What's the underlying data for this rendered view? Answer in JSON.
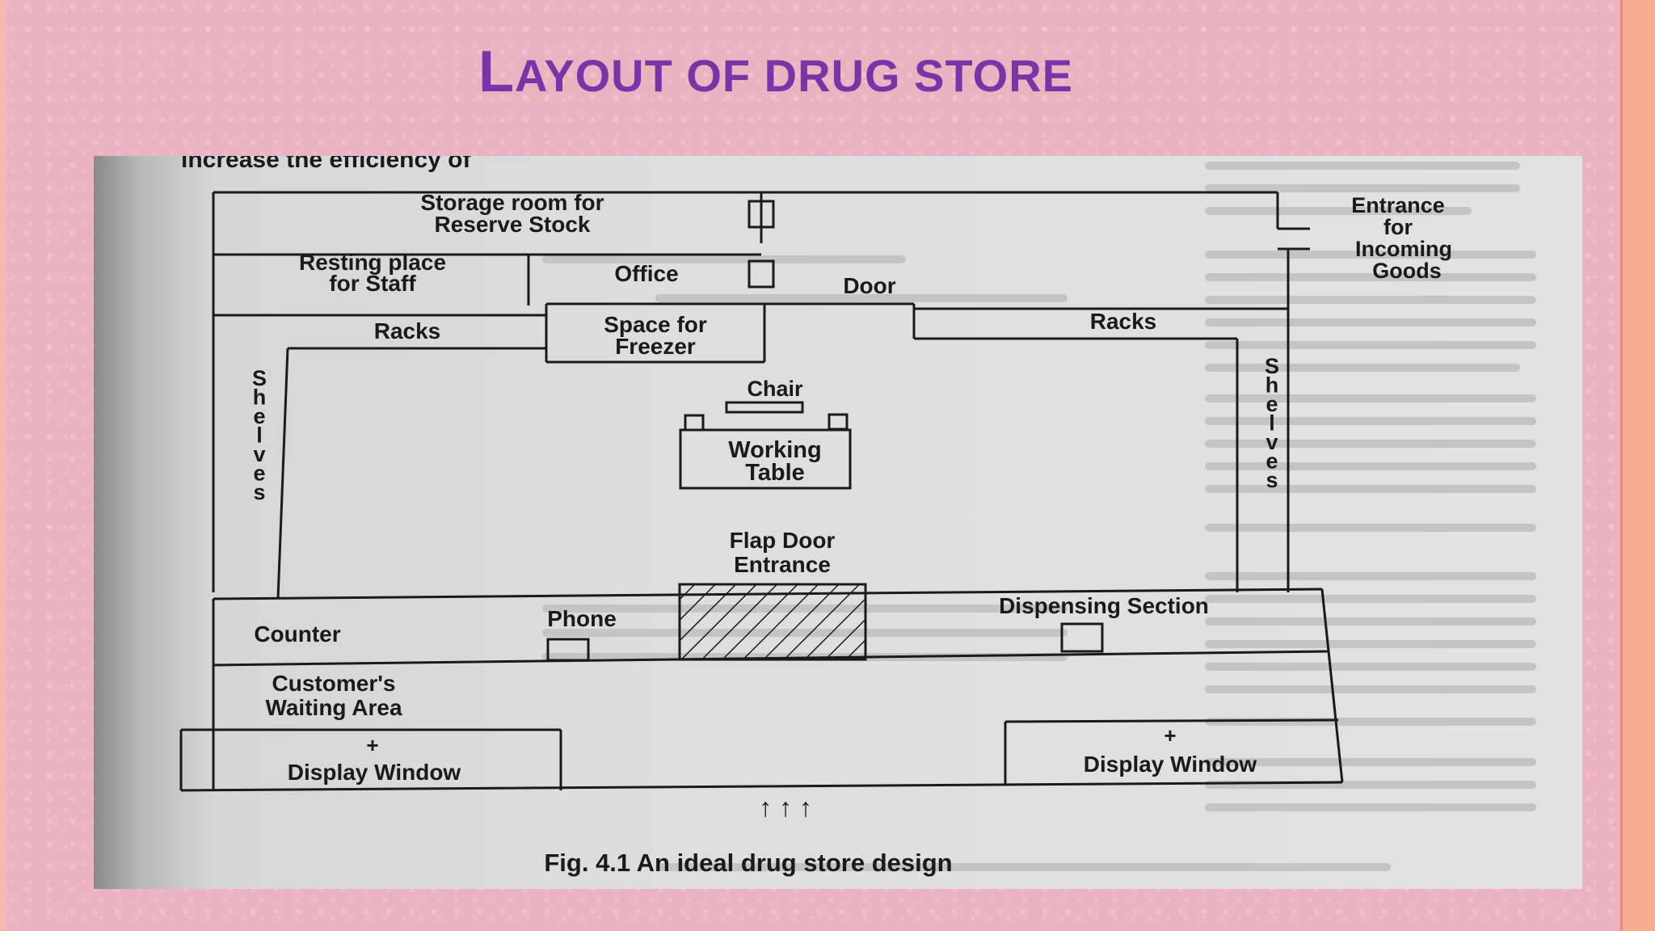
{
  "slide": {
    "title_initial": "L",
    "title_rest": "AYOUT OF DRUG STORE"
  },
  "photo_text": {
    "top_fragment": "increase the efficiency of",
    "caption": "Fig. 4.1   An ideal drug store design"
  },
  "labels": {
    "storage_line1": "Storage room for",
    "storage_line2": "Reserve Stock",
    "resting_line1": "Resting place",
    "resting_line2": "for Staff",
    "office": "Office",
    "door": "Door",
    "entrance_line1": "Entrance",
    "entrance_line2": "for",
    "entrance_line3": "Incoming",
    "entrance_line4": "Goods",
    "racks_left": "Racks",
    "freezer_line1": "Space for",
    "freezer_line2": "Freezer",
    "racks_right": "Racks",
    "shelves_left": "Shelves",
    "shelves_right": "Shelves",
    "chair": "Chair",
    "working_line1": "Working",
    "working_line2": "Table",
    "flap_line1": "Flap Door",
    "flap_line2": "Entrance",
    "phone": "Phone",
    "counter": "Counter",
    "dispensing": "Dispensing Section",
    "waiting_line1": "Customer's",
    "waiting_line2": "Waiting Area",
    "plus_left": "+",
    "display_left": "Display Window",
    "plus_right": "+",
    "display_right": "Display Window",
    "arrows": "↑  ↑  ↑"
  },
  "colors": {
    "title": "#7a34a9",
    "background": "#eab3bd",
    "accent_strip": "#f7a98f"
  }
}
